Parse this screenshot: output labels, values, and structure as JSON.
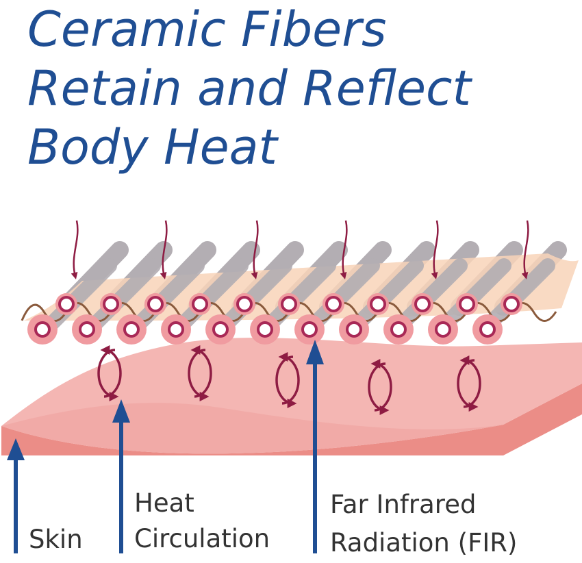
{
  "title": {
    "lines": [
      "Ceramic Fibers",
      "Retain and Reflect",
      "Body Heat"
    ],
    "color": "#1f4e93"
  },
  "labels": {
    "skin": "Skin",
    "heat_circulation": [
      "Heat",
      "Circulation"
    ],
    "fir": [
      "Far Infrared",
      "Radiation (FIR)"
    ]
  },
  "colors": {
    "skin_top": "#f4b6b3",
    "skin_side": "#eb8d87",
    "fiber_gray": "#b3aeb3",
    "fiber_peach": "#f8d3b8",
    "fiber_pink": "#f09ba0",
    "fiber_ring": "#a82856",
    "heat_arrow": "#8e1c43",
    "label_arrow": "#1f4e93",
    "label_text": "#333333"
  }
}
